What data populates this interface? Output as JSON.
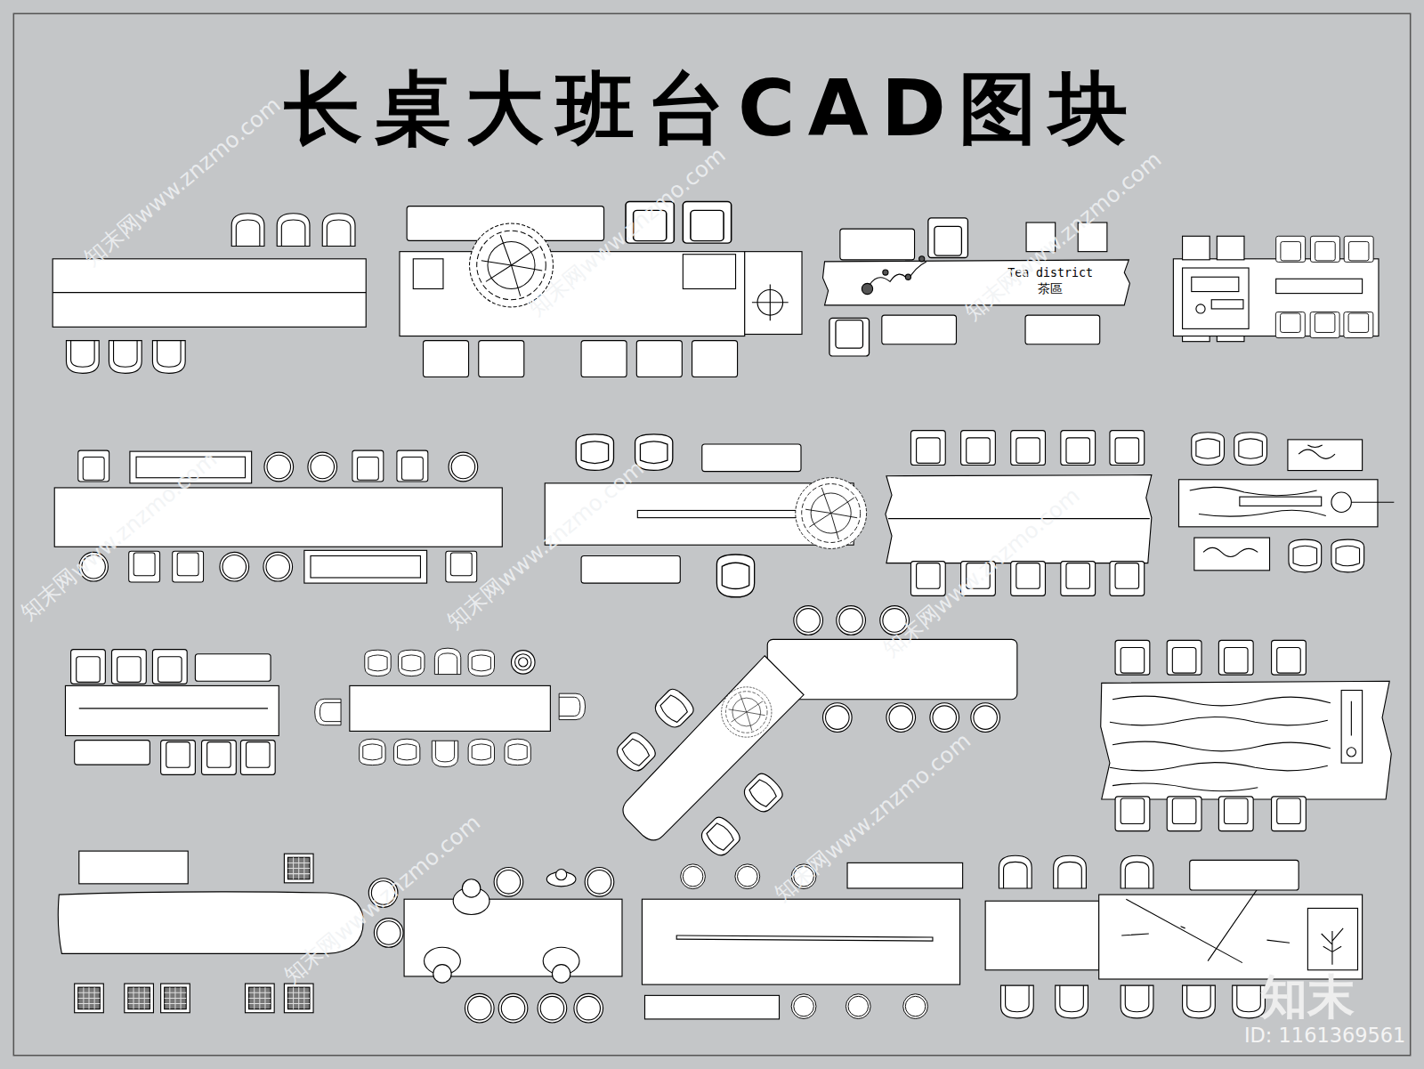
{
  "diagram": {
    "title": "长桌大班台CAD图块",
    "nodes": [
      {
        "text": [
          "Tea district",
          "茶區"
        ]
      }
    ],
    "labels": [
      "知末网www.znzmo.com",
      "知末网www.znzmo.com",
      "知末网www.znzmo.com",
      "知末网www.znzmo.com",
      "知末网www.znzmo.com",
      "知末网www.znzmo.com",
      "知末网www.znzmo.com",
      "知末网www.znzmo.com",
      "知末",
      "ID: 1161369561"
    ]
  }
}
